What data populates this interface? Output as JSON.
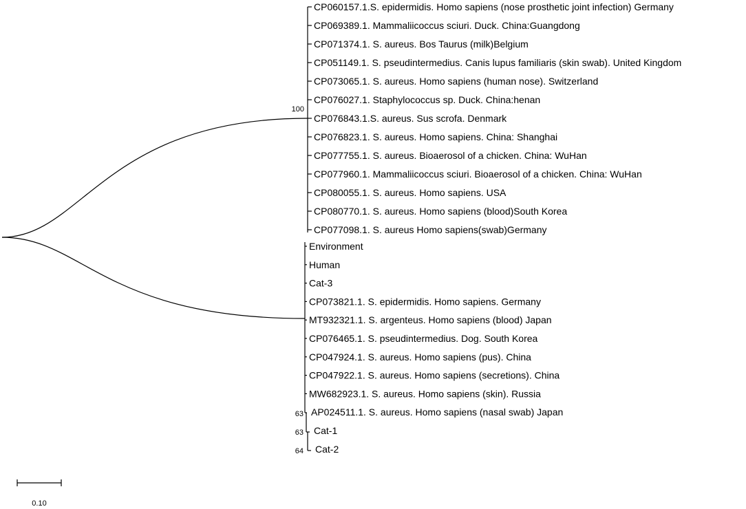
{
  "tree": {
    "upper_clade": {
      "bootstrap": "100",
      "leaves": [
        "CP060157.1.S. epidermidis. Homo sapiens (nose prosthetic joint infection) Germany",
        "CP069389.1. Mammaliicoccus sciuri. Duck. China:Guangdong",
        "CP071374.1. S. aureus. Bos Taurus (milk)Belgium",
        "CP051149.1. S. pseudintermedius. Canis lupus familiaris (skin swab). United Kingdom",
        "CP073065.1. S. aureus. Homo sapiens (human nose). Switzerland",
        "CP076027.1. Staphylococcus sp. Duck. China:henan",
        "CP076843.1.S. aureus. Sus scrofa. Denmark",
        "CP076823.1. S. aureus. Homo sapiens. China: Shanghai",
        "CP077755.1. S. aureus. Bioaerosol of a chicken. China: WuHan",
        "CP077960.1. Mammaliicoccus sciuri. Bioaerosol of a chicken. China: WuHan",
        "CP080055.1. S. aureus. Homo sapiens. USA",
        "CP080770.1. S. aureus. Homo sapiens (blood)South Korea",
        "CP077098.1. S. aureus Homo sapiens(swab)Germany"
      ]
    },
    "lower_clade": {
      "leaves": [
        "Environment",
        "Human",
        "Cat-3",
        "CP073821.1. S. epidermidis. Homo sapiens. Germany",
        "MT932321.1. S. argenteus. Homo sapiens (blood) Japan",
        "CP076465.1. S. pseudintermedius. Dog. South Korea",
        "CP047924.1. S. aureus. Homo sapiens (pus). China",
        "CP047922.1. S. aureus. Homo sapiens (secretions). China",
        "MW682923.1. S. aureus. Homo sapiens (skin). Russia",
        "AP024511.1. S. aureus. Homo sapiens (nasal swab) Japan",
        "Cat-1",
        "Cat-2"
      ],
      "bootstraps": [
        "63",
        "63",
        "64"
      ]
    },
    "scale_bar": {
      "label": "0.10"
    }
  }
}
